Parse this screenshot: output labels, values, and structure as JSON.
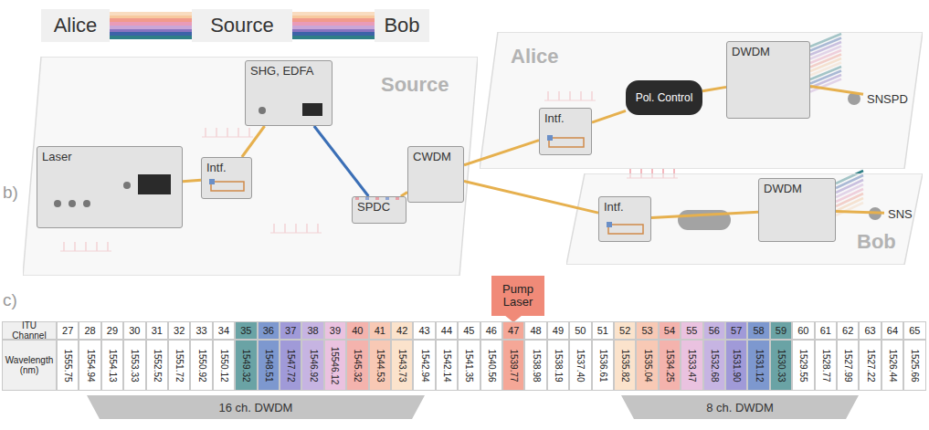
{
  "diagram": {
    "nodes": [
      {
        "text": [
          "Alice"
        ]
      },
      {
        "text": [
          "Source"
        ]
      },
      {
        "text": [
          "Bob"
        ]
      },
      {
        "text": [
          "Source"
        ]
      },
      {
        "text": [
          "Laser"
        ],
        "in": 3
      },
      {
        "text": [
          "Intf."
        ],
        "in": 3
      },
      {
        "text": [
          "SHG, EDFA"
        ],
        "in": 3
      },
      {
        "text": [
          "SPDC"
        ],
        "in": 3
      },
      {
        "text": [
          "CWDM"
        ],
        "in": 3
      },
      {
        "text": [
          "Alice"
        ]
      },
      {
        "text": [
          "Intf."
        ],
        "in": 9
      },
      {
        "text": [
          "Pol. Control"
        ],
        "in": 9
      },
      {
        "text": [
          "DWDM"
        ],
        "in": 9
      },
      {
        "text": [
          "SNSPD"
        ],
        "in": 9
      },
      {
        "text": [
          "Bob"
        ]
      },
      {
        "text": [
          "Intf."
        ],
        "in": 14
      },
      {
        "text": [
          "DWDM"
        ],
        "in": 14
      },
      {
        "text": [
          "SNS"
        ],
        "in": 14
      },
      {
        "text": [
          "Pump Laser"
        ]
      },
      {
        "text": [
          "16 ch. DWDM"
        ]
      },
      {
        "text": [
          "8 ch. DWDM"
        ]
      }
    ],
    "edges": [
      {
        "from": 1,
        "to": 0,
        "arrow": "none"
      },
      {
        "from": 1,
        "to": 2,
        "arrow": "none"
      },
      {
        "from": 4,
        "to": 5,
        "arrow": "none"
      },
      {
        "from": 5,
        "to": 6,
        "arrow": "none"
      },
      {
        "from": 6,
        "to": 7,
        "arrow": "none"
      },
      {
        "from": 7,
        "to": 8,
        "arrow": "none"
      },
      {
        "from": 8,
        "to": 10,
        "arrow": "none"
      },
      {
        "from": 10,
        "to": 11,
        "arrow": "none"
      },
      {
        "from": 11,
        "to": 12,
        "arrow": "none"
      },
      {
        "from": 12,
        "to": 13,
        "arrow": "none"
      },
      {
        "from": 8,
        "to": 15,
        "arrow": "none"
      },
      {
        "from": 15,
        "to": 16,
        "arrow": "none"
      },
      {
        "from": 16,
        "to": 17,
        "arrow": "none"
      }
    ],
    "labels": [
      "b)",
      "c)",
      "ITU Channel",
      "27",
      "28",
      "29",
      "30",
      "31",
      "32",
      "33",
      "34",
      "35",
      "36",
      "37",
      "38",
      "39",
      "40",
      "41",
      "42",
      "43",
      "44",
      "45",
      "46",
      "47",
      "48",
      "49",
      "50",
      "51",
      "52",
      "53",
      "54",
      "55",
      "56",
      "57",
      "58",
      "59",
      "60",
      "61",
      "62",
      "63",
      "64",
      "65",
      "Wavelength (nm)",
      "1555.75",
      "1554.94",
      "1554.13",
      "1553.33",
      "1552.52",
      "1551.72",
      "1550.92",
      "1550.12",
      "1549.32",
      "1548.51",
      "1547.72",
      "1546.92",
      "15546.12",
      "1545.32",
      "1544.53",
      "1543.73",
      "1542.94",
      "1542.14",
      "1541.35",
      "1540.56",
      "1539.77",
      "1538.98",
      "1538.19",
      "1537.40",
      "1536.61",
      "1535.82",
      "1535.04",
      "1534.25",
      "1533.47",
      "1532.68",
      "1531.90",
      "1531.12",
      "1530.33",
      "1529.55",
      "1528.77",
      "1527.99",
      "1527.22",
      "1526.44",
      "1525.66"
    ]
  }
}
